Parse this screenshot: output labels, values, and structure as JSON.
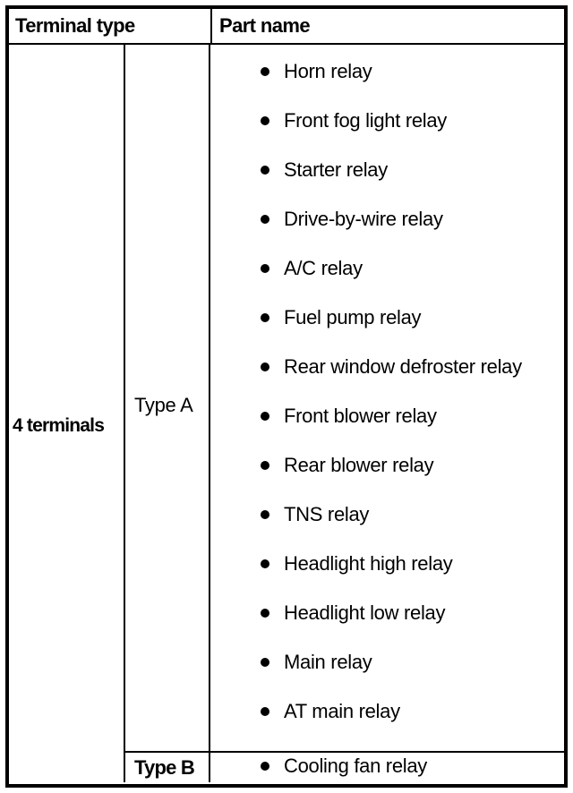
{
  "table": {
    "headers": {
      "terminal_type": "Terminal type",
      "part_name": "Part name"
    },
    "terminal_label": "4 terminals",
    "groups": [
      {
        "type_label": "Type A",
        "parts": [
          "Horn relay",
          "Front fog light relay",
          "Starter relay",
          "Drive-by-wire relay",
          "A/C relay",
          "Fuel pump relay",
          "Rear window defroster relay",
          "Front blower relay",
          "Rear blower relay",
          "TNS relay",
          "Headlight high relay",
          "Headlight low relay",
          "Main relay",
          "AT main relay"
        ]
      },
      {
        "type_label": "Type B",
        "parts": [
          "Cooling fan relay"
        ]
      }
    ]
  },
  "colors": {
    "ink": "#000000",
    "paper": "#ffffff"
  }
}
